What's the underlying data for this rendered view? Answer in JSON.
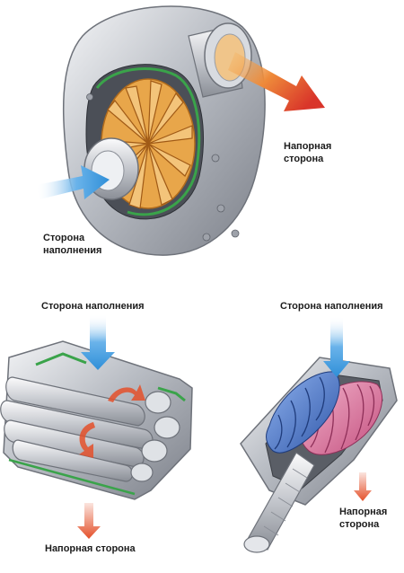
{
  "centrifugal": {
    "discharge_label_line1": "Напорная",
    "discharge_label_line2": "сторона",
    "intake_label_line1": "Сторона",
    "intake_label_line2": "наполнения"
  },
  "roots": {
    "intake_label": "Сторона наполнения",
    "discharge_label": "Напорная сторона"
  },
  "screw": {
    "intake_label": "Сторона наполнения",
    "discharge_label_line1": "Напорная",
    "discharge_label_line2": "сторона"
  },
  "colors": {
    "intake_arrow": "#2f8fd8",
    "discharge_arrow": "#e4502a",
    "metal": "#c9ccd2",
    "impeller": "#e8a64a",
    "seal": "#3aa34a",
    "rotor_blue": "#3a6fc9",
    "rotor_pink": "#d8709a"
  }
}
